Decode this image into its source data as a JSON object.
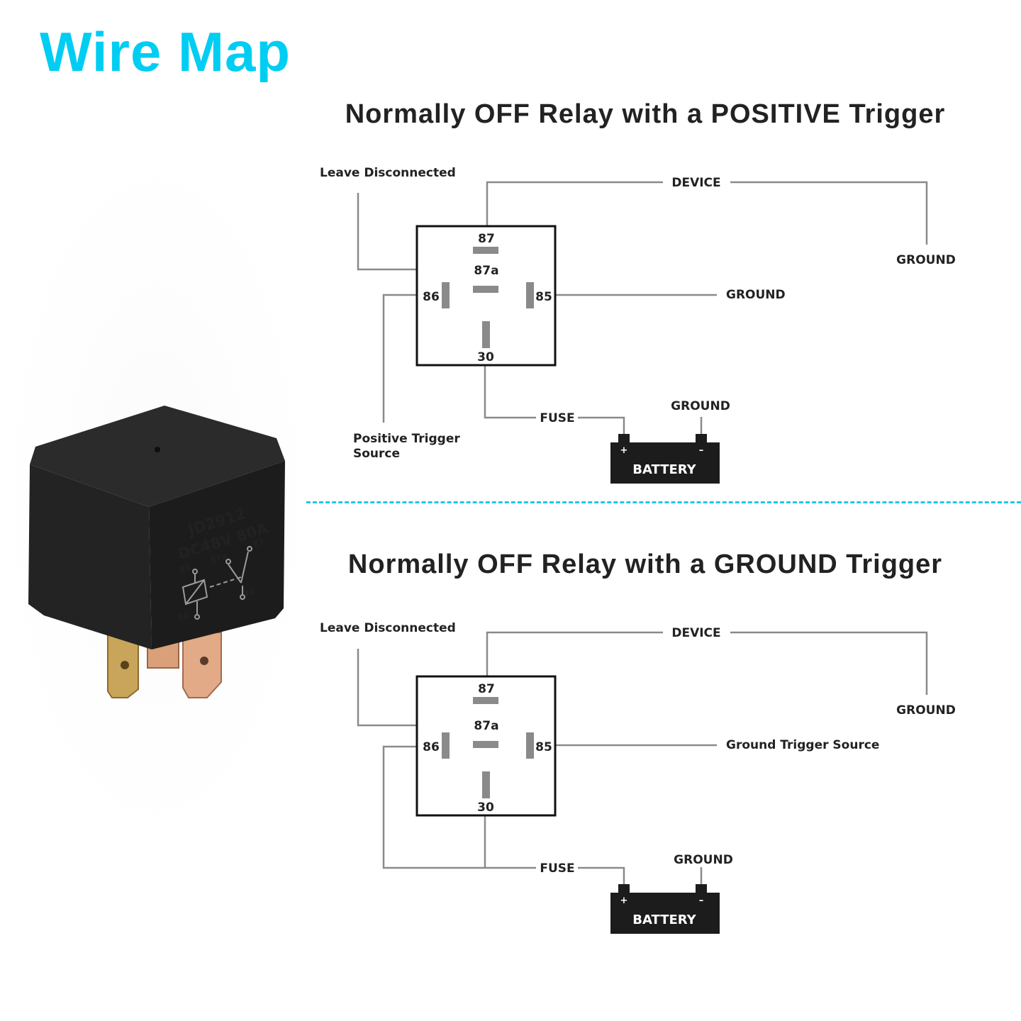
{
  "title": "Wire Map",
  "relay": {
    "model": "JD2912",
    "rating": "DC48V  80A",
    "pins": [
      "85",
      "87a",
      "87",
      "30",
      "86"
    ]
  },
  "diagrams": [
    {
      "title": "Normally OFF Relay with a POSITIVE Trigger",
      "pins": {
        "p87": "87",
        "p87a": "87a",
        "p86": "86",
        "p85": "85",
        "p30": "30"
      },
      "labels": {
        "leave": "Leave Disconnected",
        "device": "DEVICE",
        "ground_device": "GROUND",
        "pin85_target": "GROUND",
        "pin86_line1": "Positive Trigger",
        "pin86_line2": "Source",
        "fuse": "FUSE",
        "ground_battery": "GROUND",
        "battery": "BATTERY",
        "plus": "+",
        "minus": "–"
      }
    },
    {
      "title": "Normally OFF Relay with a GROUND Trigger",
      "pins": {
        "p87": "87",
        "p87a": "87a",
        "p86": "86",
        "p85": "85",
        "p30": "30"
      },
      "labels": {
        "leave": "Leave Disconnected",
        "device": "DEVICE",
        "ground_device": "GROUND",
        "pin85_target": "Ground Trigger Source",
        "fuse": "FUSE",
        "ground_battery": "GROUND",
        "battery": "BATTERY",
        "plus": "+",
        "minus": "–"
      }
    }
  ]
}
